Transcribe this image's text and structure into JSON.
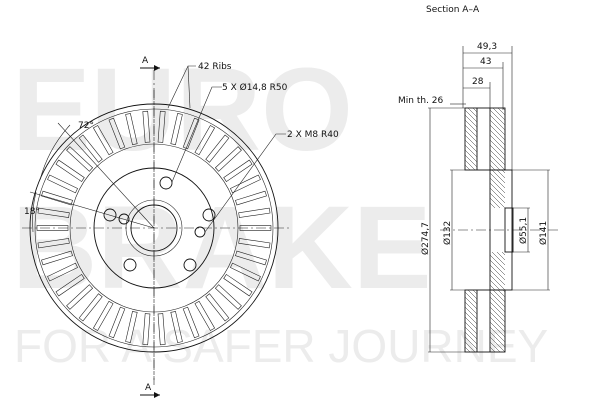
{
  "watermark": {
    "line1": "EURO",
    "line2": "BRAKE",
    "tagline": "FOR A SAFER JOURNEY"
  },
  "front_view": {
    "section_mark_top": "A",
    "section_mark_bottom": "A",
    "ribs_label": "42 Ribs",
    "bolt_holes_label": "5 X Ø14,8  R50",
    "thread_label": "2 X M8  R40",
    "angle_72": "72°",
    "angle_18": "18°",
    "rib_count": 42
  },
  "section_view": {
    "title": "Section A–A",
    "dim_total_width": "49,3",
    "dim_43": "43",
    "dim_28": "28",
    "min_thickness": "Min th. 26",
    "dia_outer": "Ø274,7",
    "dia_132": "Ø132",
    "dia_bore": "Ø55,1",
    "dia_141": "Ø141"
  },
  "colors": {
    "line": "#111111",
    "watermark": "#ececec",
    "background": "#ffffff"
  }
}
